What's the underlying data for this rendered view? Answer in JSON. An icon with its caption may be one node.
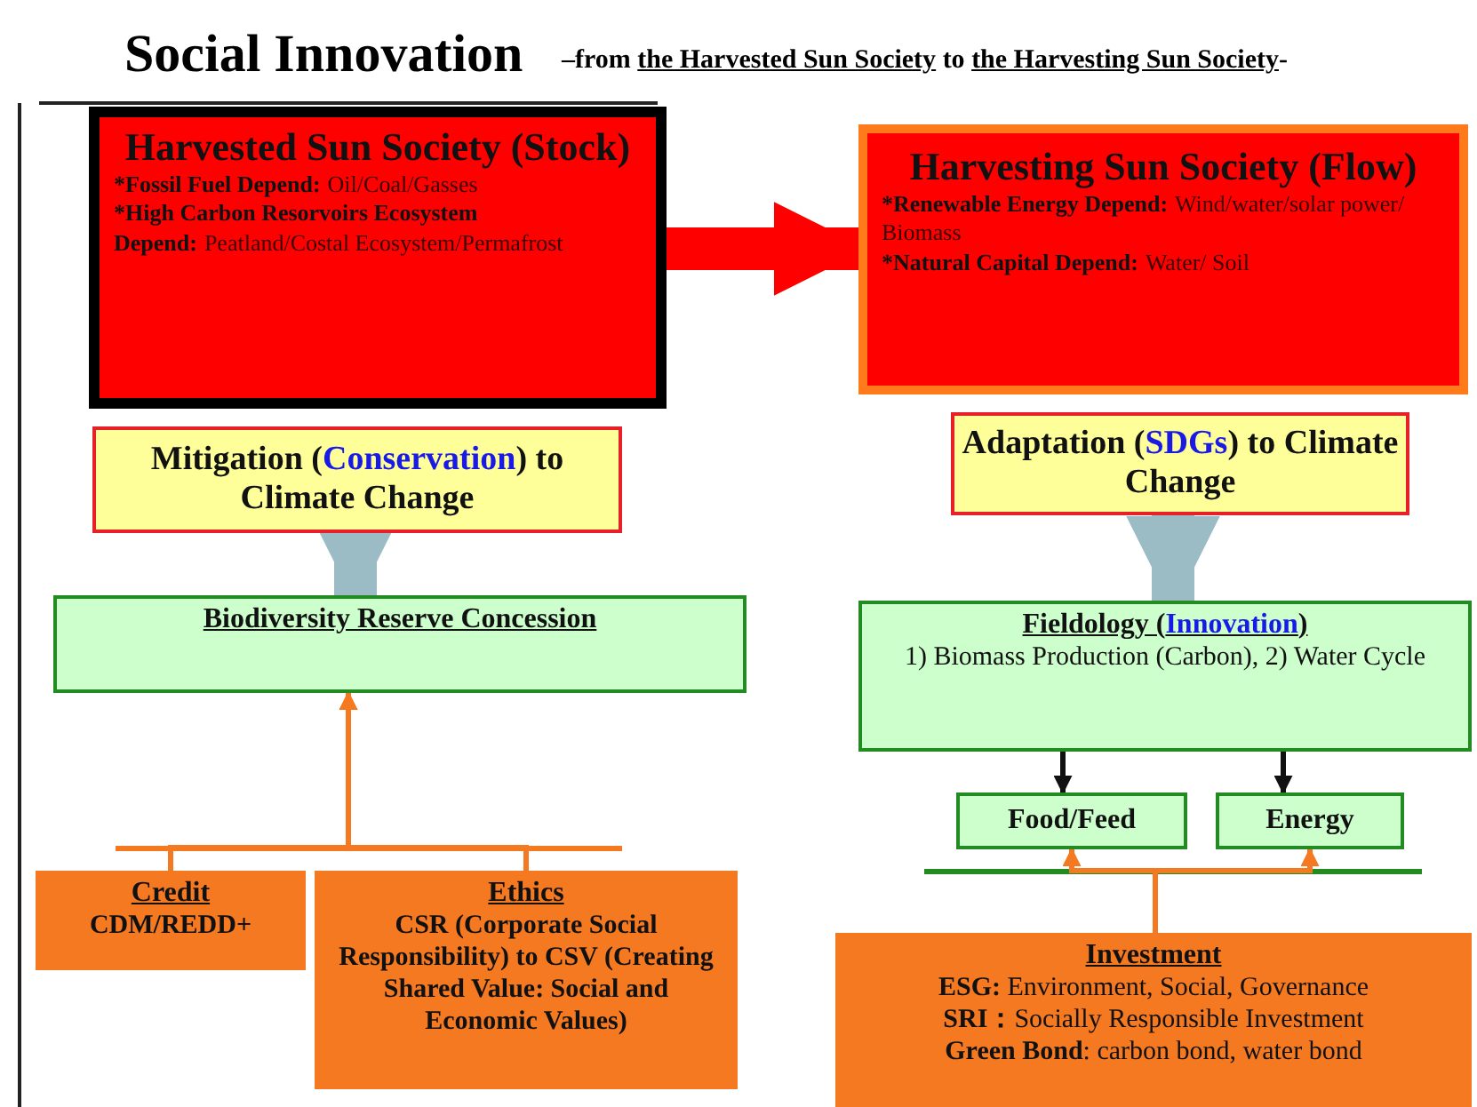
{
  "diagram": {
    "title": "Social Innovation",
    "labels": [
      "–from *the Harvested Sun Society* to *the Harvesting Sun Society*-"
    ],
    "nodes": [
      {
        "text": [
          "Harvested Sun Society (Stock)",
          "*Fossil Fuel Depend:",
          "Oil/Coal/Gasses",
          "*High Carbon Resorvoirs Ecosystem Depend:",
          "Peatland/Costal Ecosystem/Permafrost"
        ]
      },
      {
        "text": [
          "Harvesting Sun Society (Flow)",
          "*Renewable Energy Depend:",
          "Wind/water/solar power/ Biomass",
          "*Natural Capital Depend:",
          "Water/ Soil"
        ]
      },
      {
        "text": [
          "Mitigation (*Conservation*) to Climate Change"
        ]
      },
      {
        "text": [
          "Adaptation (*SDGs*) to Climate Change"
        ]
      },
      {
        "text": [
          "Biodiversity Reserve Concession"
        ]
      },
      {
        "text": [
          "Fieldology (*Innovation*)",
          "1) Biomass Production (Carbon), 2) Water Cycle"
        ]
      },
      {
        "text": [
          "Food/Feed"
        ]
      },
      {
        "text": [
          "Energy"
        ]
      },
      {
        "text": [
          "Credit",
          "CDM/REDD+"
        ]
      },
      {
        "text": [
          "Ethics",
          "**CSR** (Corporate Social Responsibility) **to CSV** (Creating Shared Value: Social and Economic Values)"
        ]
      },
      {
        "text": [
          "Investment",
          "**ESG:** Environment, Social, Governance",
          "**SRI：**Socially Responsible Investment",
          "**Green Bond**: carbon bond, water bond"
        ]
      }
    ],
    "edges": [
      {
        "from": 0,
        "to": 1,
        "arrow": "to",
        "style": "thick",
        "color": "#ff0000"
      },
      {
        "from": 2,
        "to": 4,
        "arrow": "to",
        "style": "thick",
        "color": "#9bbcc4"
      },
      {
        "from": 3,
        "to": 5,
        "arrow": "to",
        "style": "thick",
        "color": "#9bbcc4"
      },
      {
        "from": 5,
        "to": 6,
        "arrow": "to",
        "color": "#111111"
      },
      {
        "from": 5,
        "to": 7,
        "arrow": "to",
        "color": "#111111"
      },
      {
        "from": 8,
        "to": 4,
        "arrow": "to"
      },
      {
        "from": 9,
        "to": 4,
        "arrow": "to"
      },
      {
        "from": 10,
        "to": 6,
        "arrow": "to"
      },
      {
        "from": 10,
        "to": 7,
        "arrow": "to"
      }
    ]
  }
}
